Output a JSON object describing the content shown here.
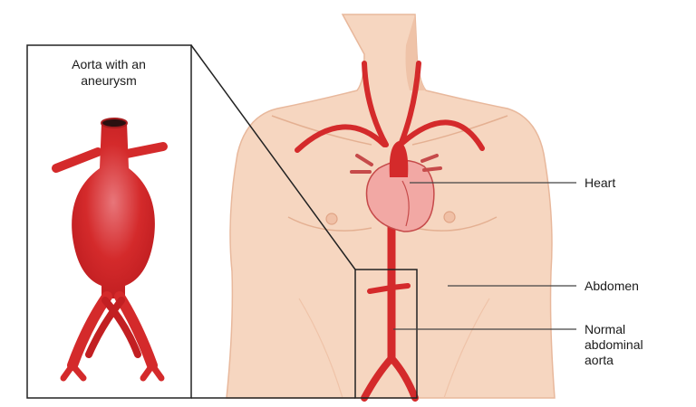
{
  "inset": {
    "title_line1": "Aorta with an",
    "title_line2": "aneurysm"
  },
  "labels": {
    "heart": "Heart",
    "abdomen": "Abdomen",
    "aorta_line1": "Normal",
    "aorta_line2": "abdominal",
    "aorta_line3": "aorta"
  },
  "colors": {
    "skin": "#f6d6c0",
    "skin_outline": "#e8b89c",
    "artery": "#d42a2b",
    "artery_dark": "#a51d1f",
    "heart": "#f2a8a4",
    "heart_outline": "#c64a4a",
    "line": "#222222"
  }
}
